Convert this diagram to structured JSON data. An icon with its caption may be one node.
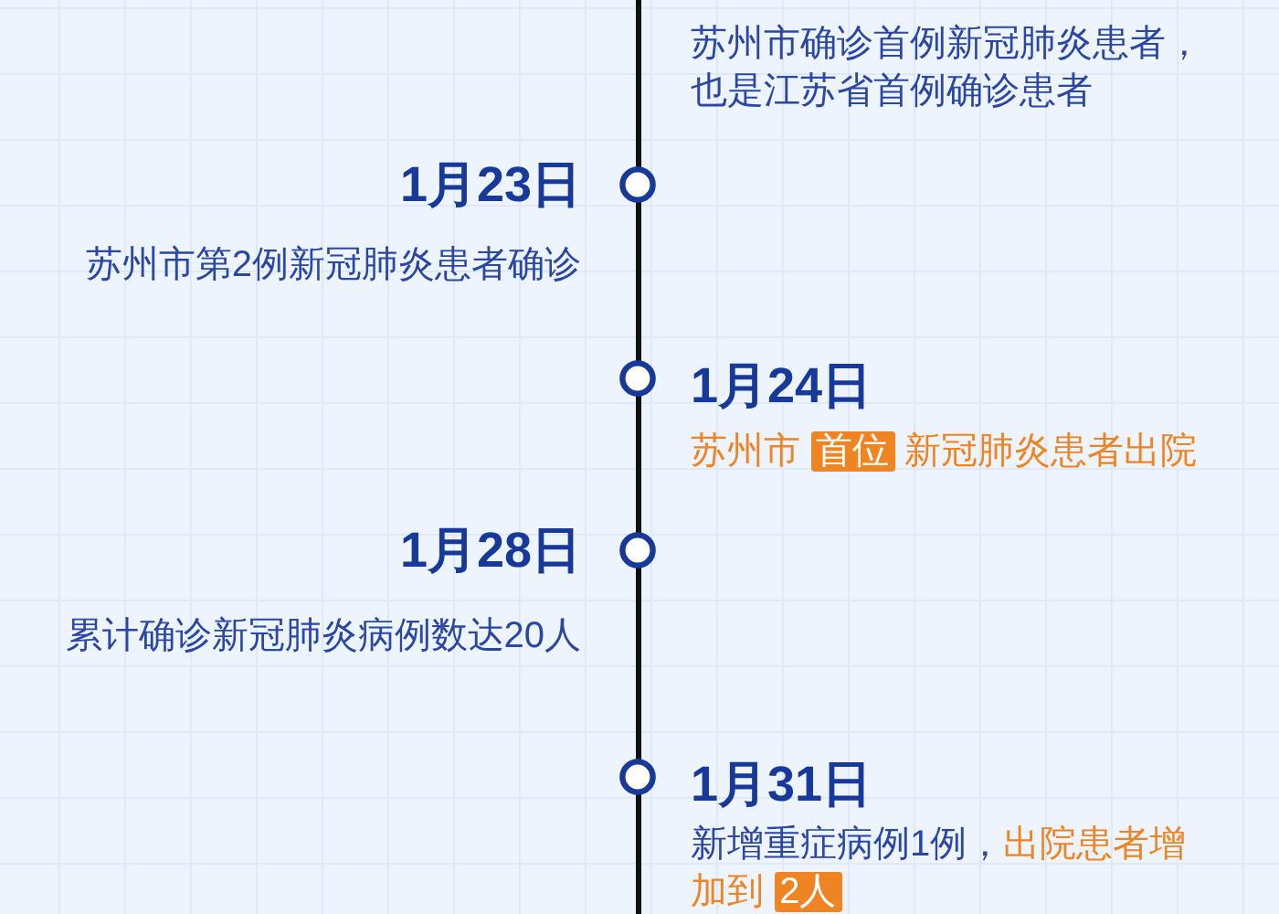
{
  "diagram": {
    "labels": [
      "苏州市确诊首例新冠肺炎患者，也是江苏省首例确诊患者",
      "1月23日",
      "苏州市第2例新冠肺炎患者确诊",
      "1月24日",
      "苏州市 **首位** 新冠肺炎患者出院",
      "1月28日",
      "累计确诊新冠肺炎病例数达20人",
      "1月31日",
      "新增重症病例1例，*出院患者增加到* **2人**"
    ]
  }
}
